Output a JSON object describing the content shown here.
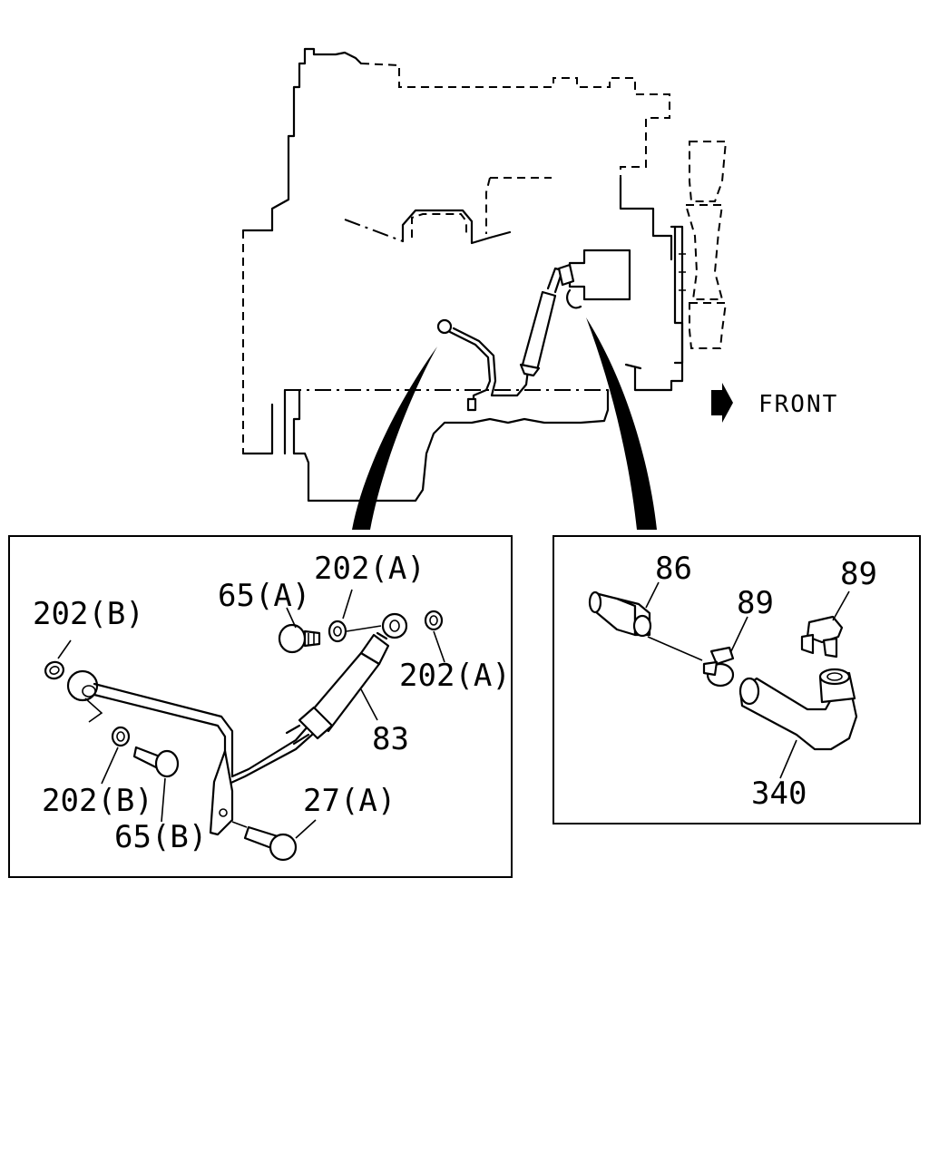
{
  "orientation": {
    "front_label": "FRONT",
    "arrow_icon": "front-arrow-icon"
  },
  "callouts": {
    "left": {
      "p202B_top": "202(B)",
      "p202B_bottom": "202(B)",
      "p65A": "65(A)",
      "p65B": "65(B)",
      "p202A_top": "202(A)",
      "p202A_right": "202(A)",
      "p83": "83",
      "p27A": "27(A)"
    },
    "right": {
      "p86": "86",
      "p89_mid": "89",
      "p89_top": "89",
      "p340": "340"
    }
  },
  "colors": {
    "line": "#000000",
    "background": "#ffffff"
  }
}
